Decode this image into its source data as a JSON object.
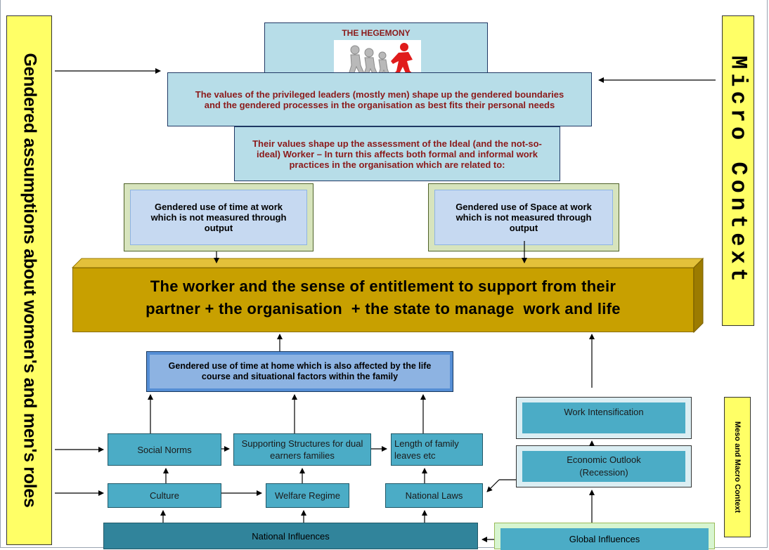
{
  "left_label": "Gendered assumptions about women's and men's roles",
  "right_top_label": "Micro Context",
  "right_bottom_label": "Meso and Macro Context",
  "hegemony": {
    "title": "THE HEGEMONY",
    "values_text": "The values of the privileged leaders (mostly men) shape up the gendered boundaries and the gendered processes in the organisation as best fits their personal needs",
    "assessment_text": "Their values shape up the assessment of the Ideal (and the not-so-ideal) Worker – In turn this affects both formal and informal work practices in the organisation which are related to:"
  },
  "time_at_work": "Gendered use of time at work which is not measured through output",
  "space_at_work": "Gendered use of Space at work which is not measured through output",
  "worker_banner": {
    "line1": "The worker and the sense of entitlement to support from their",
    "line2": "partner + the organisation  + the state to manage  work and life"
  },
  "time_at_home": "Gendered use of time at home which is also affected by the life course and situational factors within the family",
  "boxes": {
    "social_norms": "Social Norms",
    "supporting_structures": "Supporting Structures for dual earners families",
    "family_leaves": "Length of family leaves etc",
    "culture": "Culture",
    "welfare_regime": "Welfare Regime",
    "national_laws": "National Laws",
    "national_influences": "National Influences",
    "global_influences": "Global Influences",
    "work_intensification": "Work Intensification",
    "economic_outlook": "Economic Outlook (Recession)"
  },
  "colors": {
    "label_yellow": "#ffff66",
    "light_blue": "#b7dde8",
    "teal": "#4bacc6",
    "banner_gold": "#c8a000",
    "dark_red_text": "#8b1a1a"
  }
}
